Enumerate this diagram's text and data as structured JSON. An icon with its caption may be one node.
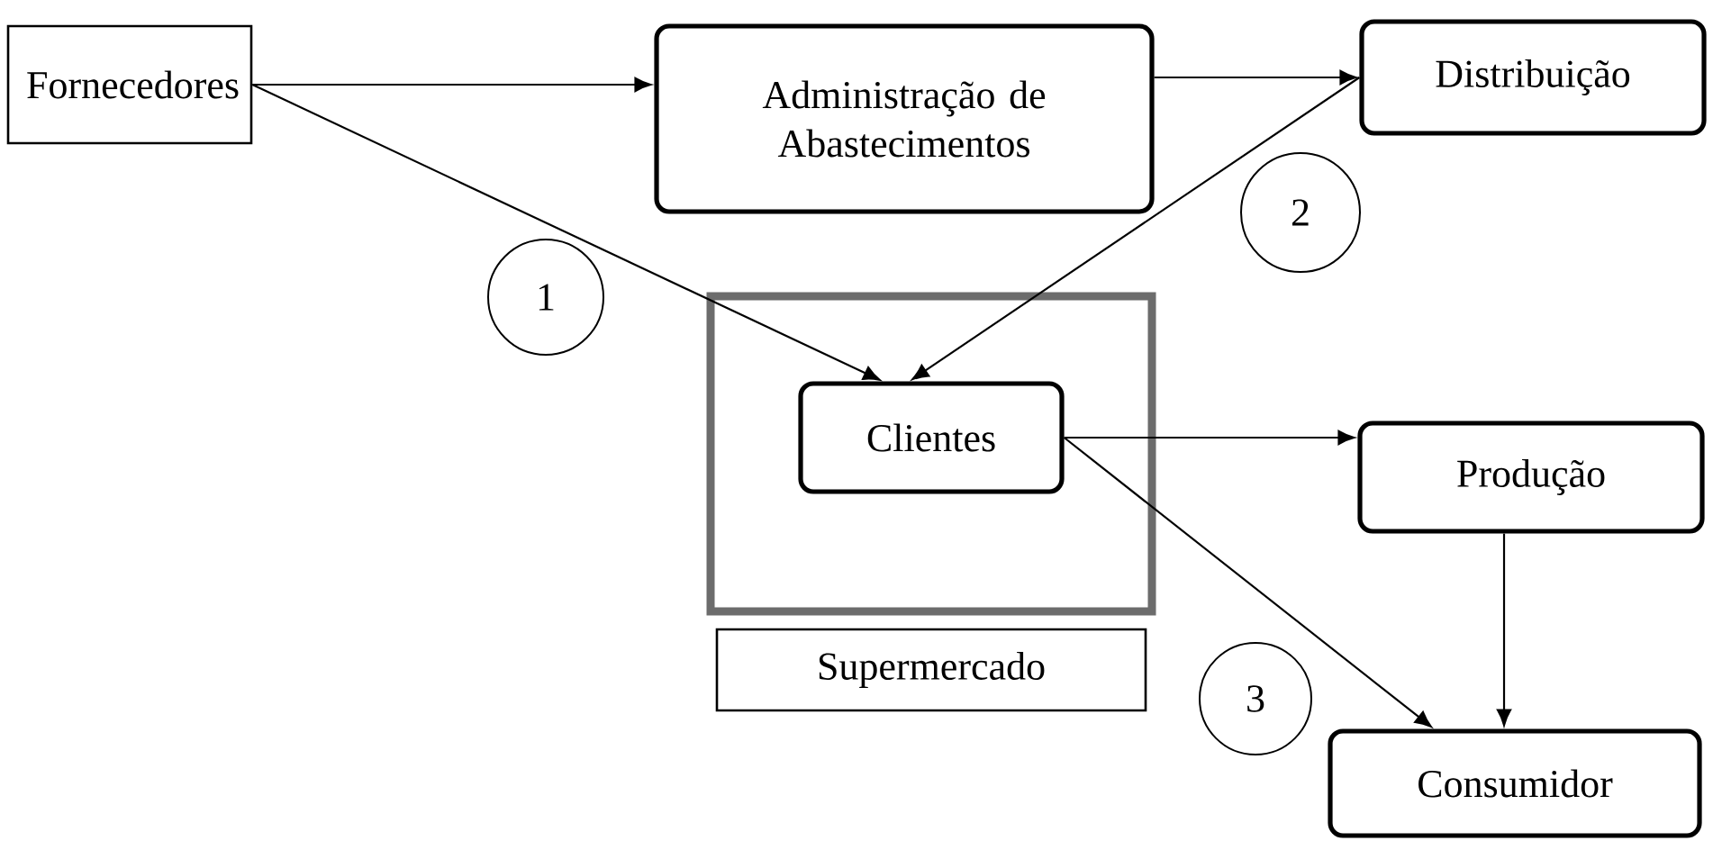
{
  "diagram": {
    "nodes": [
      {
        "text": [
          "Fornecedores"
        ]
      },
      {
        "text": [
          "Administração de Abastecimentos"
        ]
      },
      {
        "text": [
          "Distribuição"
        ]
      },
      {
        "text": [],
        "shape": "box"
      },
      {
        "text": [
          "Clientes"
        ],
        "in": 3
      },
      {
        "text": [
          "Supermercado"
        ]
      },
      {
        "text": [
          "Produção"
        ]
      },
      {
        "text": [
          "Consumidor"
        ]
      },
      {
        "text": [
          "1"
        ]
      },
      {
        "text": [
          "2"
        ]
      },
      {
        "text": [
          "3"
        ]
      }
    ],
    "edges": [
      {
        "from": 0,
        "to": 1,
        "arrow": "to"
      },
      {
        "from": 1,
        "to": 2,
        "arrow": "to"
      },
      {
        "from": 0,
        "to": 4,
        "arrow": "to"
      },
      {
        "from": 2,
        "to": 4,
        "arrow": "to"
      },
      {
        "from": 4,
        "to": 6,
        "arrow": "to"
      },
      {
        "from": 4,
        "to": 7,
        "arrow": "to"
      },
      {
        "from": 6,
        "to": 7,
        "arrow": "to"
      }
    ]
  }
}
